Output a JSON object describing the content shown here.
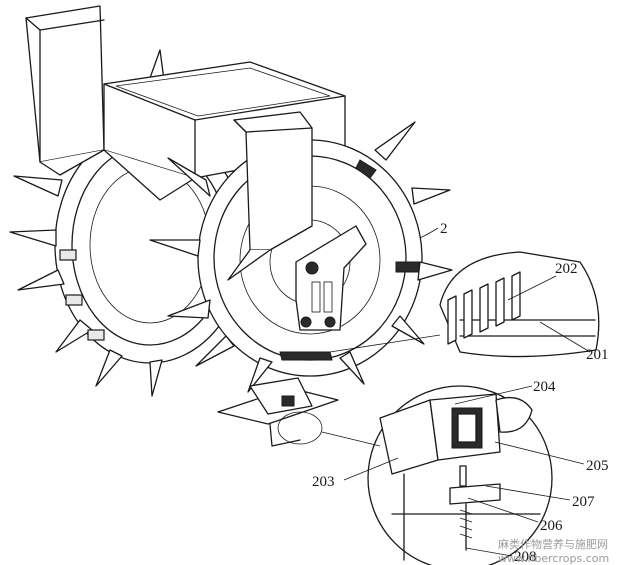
{
  "labels": {
    "l2": "2",
    "l201": "201",
    "l202": "202",
    "l203": "203",
    "l204": "204",
    "l205": "205",
    "l206": "206",
    "l207": "207",
    "l208": "208"
  },
  "watermark": {
    "line1": "麻类作物营养与施肥网",
    "line2": "www.fibercrops.com"
  }
}
